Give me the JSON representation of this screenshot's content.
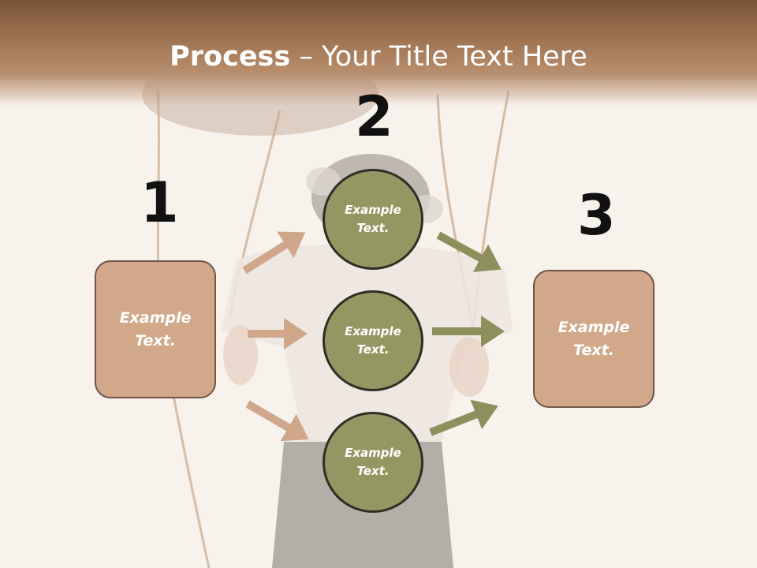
{
  "title": {
    "bold": "Process",
    "rest": " – Your Title Text Here"
  },
  "steps": [
    {
      "number": "1",
      "label": "Example Text."
    },
    {
      "number": "2",
      "circles": [
        {
          "label": "Example Text."
        },
        {
          "label": "Example Text."
        },
        {
          "label": "Example Text."
        }
      ]
    },
    {
      "number": "3",
      "label": "Example Text."
    }
  ],
  "colors": {
    "header": "#a57a58",
    "box_fill": "#d1a889",
    "circle_fill": "#959763",
    "arrow_tan": "#d0a78a",
    "arrow_olive": "#8d8f5d"
  }
}
